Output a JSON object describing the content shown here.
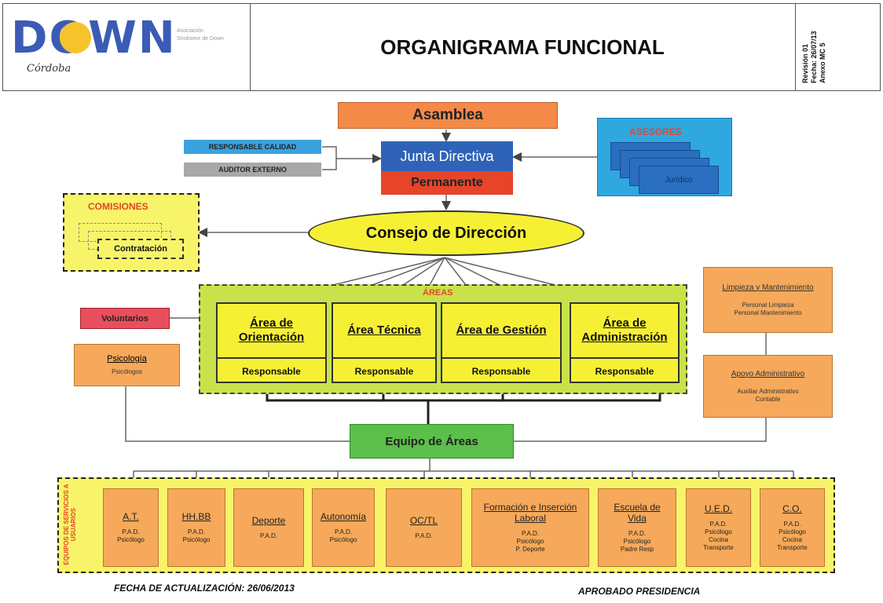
{
  "header": {
    "logo_text": "DOWN",
    "logo_sub": "Córdoba",
    "logo_tagline": "Asociación Síndrome de Down",
    "title": "ORGANIGRAMA FUNCIONAL",
    "revision": "Revisión 01",
    "fecha": "Fecha: 26/07/13",
    "anexo": "Anexo MC 5"
  },
  "top": {
    "asamblea": "Asamblea",
    "junta": "Junta Directiva",
    "permanente": "Permanente",
    "responsable_calidad": "RESPONSABLE CALIDAD",
    "auditor_externo": "AUDITOR EXTERNO",
    "asesores": "ASESORES",
    "juridico": "Jurídico"
  },
  "comisiones": {
    "title": "COMISIONES",
    "item": "Contratación"
  },
  "consejo": "Consejo de Dirección",
  "areas": {
    "label": "ÁREAS",
    "items": [
      {
        "title": "Área de Orientación",
        "resp": "Responsable"
      },
      {
        "title": "Área Técnica",
        "resp": "Responsable"
      },
      {
        "title": "Área de Gestión",
        "resp": "Responsable"
      },
      {
        "title": "Área de Administración",
        "resp": "Responsable"
      }
    ]
  },
  "voluntarios": "Voluntarios",
  "psicologia": {
    "title": "Psicología",
    "sub": "Psicólogos"
  },
  "limpieza": {
    "title": "Limpieza y Mantenimiento",
    "sub1": "Personal Limpieza",
    "sub2": "Personal Mantenimiento"
  },
  "apoyo": {
    "title": "Apoyo Administrativo",
    "sub1": "Auxiliar Administrativo",
    "sub2": "Contable"
  },
  "equipo": "Equipo de Áreas",
  "equipos_label": "EQUIPOS DE SERVICIOS A USUARIOS",
  "services": [
    {
      "title": "A.T.",
      "sub": "P.A.D.\nPsicólogo"
    },
    {
      "title": "HH.BB",
      "sub": "P.A.D.\nPsicólogo"
    },
    {
      "title": "Deporte",
      "sub": "P.A.D."
    },
    {
      "title": "Autonomía",
      "sub": "P.A.D.\nPsicólogo"
    },
    {
      "title": "OC/TL",
      "sub": "P.A.D."
    },
    {
      "title": "Formación e Inserción Laboral",
      "sub": "P.A.D.\nPsicólogo\nP. Deporte"
    },
    {
      "title": "Escuela de Vida",
      "sub": "P.A.D.\nPsicólogo\nPadre Resp"
    },
    {
      "title": "U.E.D.",
      "sub": "P.A.D.\nPsicólogo\nCocina\nTransporte"
    },
    {
      "title": "C.O.",
      "sub": "P.A.D.\nPsicólogo\nCocina\nTransporte"
    }
  ],
  "footer": {
    "fecha": "FECHA DE ACTUALIZACIÓN: 26/06/2013",
    "aprobado": "APROBADO PRESIDENCIA"
  },
  "colors": {
    "orange": "#f6a95a",
    "yellow": "#f6f035",
    "blue": "#2f63b8",
    "red": "#e6452a",
    "green": "#5bbf4a",
    "lightgreen": "#c9e24a"
  }
}
